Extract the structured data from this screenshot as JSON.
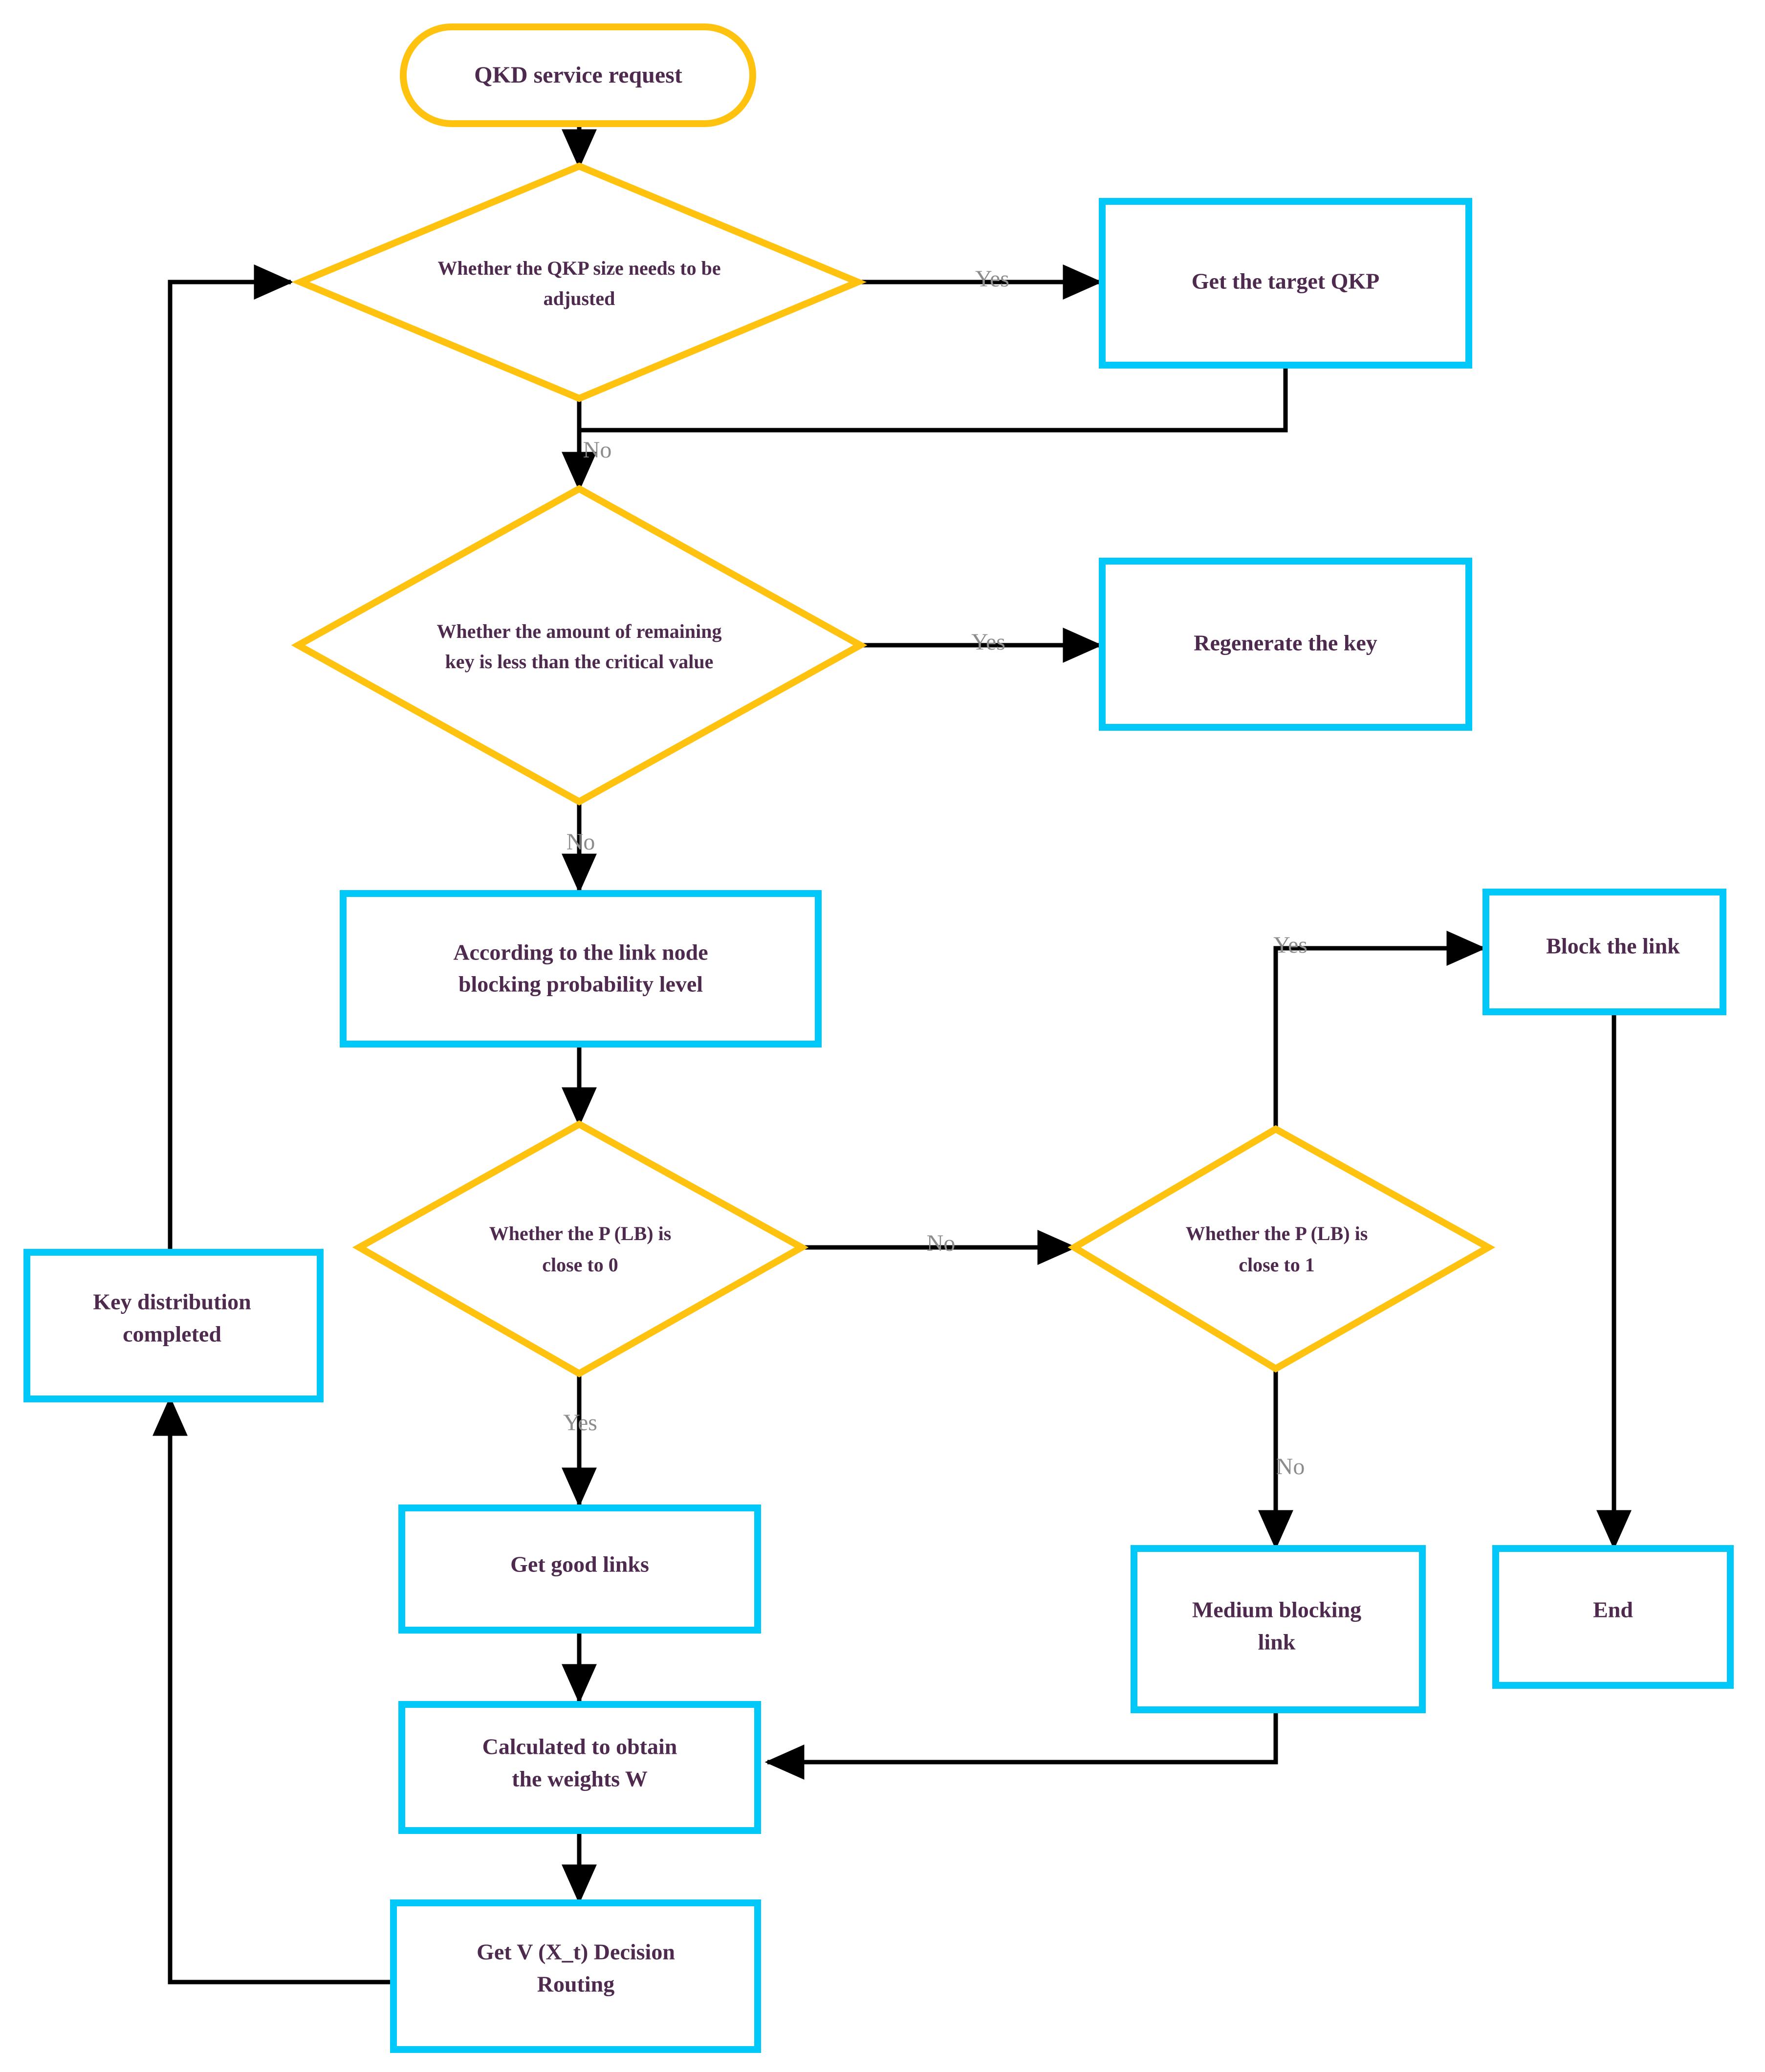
{
  "diagram": {
    "title": "QKD routing decision flowchart",
    "colors": {
      "terminator_border": "#ffc20e",
      "decision_border": "#ffc20e",
      "process_border": "#00c8f8",
      "node_text": "#4d2a4e",
      "edge_line": "#000000",
      "edge_label": "#8c8c8c",
      "background": "#ffffff"
    },
    "nodes": {
      "start": {
        "label": "QKD service request",
        "shape": "terminator"
      },
      "decision_qkp_size": {
        "label_line1": "Whether the QKP size needs to be",
        "label_line2": "adjusted",
        "shape": "decision"
      },
      "get_target_qkp": {
        "label": "Get the target QKP",
        "shape": "process"
      },
      "decision_remaining_key": {
        "label_line1": "Whether the amount of remaining",
        "label_line2": "key is less than the critical value",
        "shape": "decision"
      },
      "regenerate_key": {
        "label": "Regenerate the key",
        "shape": "process"
      },
      "link_node_blocking": {
        "label_line1": "According to the link node",
        "label_line2": "blocking probability level",
        "shape": "process"
      },
      "decision_plb_zero": {
        "label_line1": "Whether the P (LB) is",
        "label_line2": "close to 0",
        "shape": "decision"
      },
      "decision_plb_one": {
        "label_line1": "Whether the P (LB) is",
        "label_line2": "close to 1",
        "shape": "decision"
      },
      "block_the_link": {
        "label": "Block the link",
        "shape": "process"
      },
      "get_good_links": {
        "label": "Get good links",
        "shape": "process"
      },
      "medium_blocking_link": {
        "label_line1": "Medium blocking",
        "label_line2": "link",
        "shape": "process"
      },
      "end": {
        "label": "End",
        "shape": "process"
      },
      "calculate_weights": {
        "label_line1": "Calculated to obtain",
        "label_line2": "the weights W",
        "shape": "process"
      },
      "decision_routing": {
        "label_line1": "Get V (X_t) Decision",
        "label_line2": "Routing",
        "shape": "process"
      },
      "key_distribution_completed": {
        "label_line1": "Key distribution",
        "label_line2": "completed",
        "shape": "process"
      }
    },
    "edge_labels": {
      "qkp_yes": "Yes",
      "qkp_no": "No",
      "remaining_yes": "Yes",
      "remaining_no": "No",
      "plb_zero_yes": "Yes",
      "plb_zero_no": "No",
      "plb_one_yes": "Yes",
      "plb_one_no": "No"
    }
  }
}
